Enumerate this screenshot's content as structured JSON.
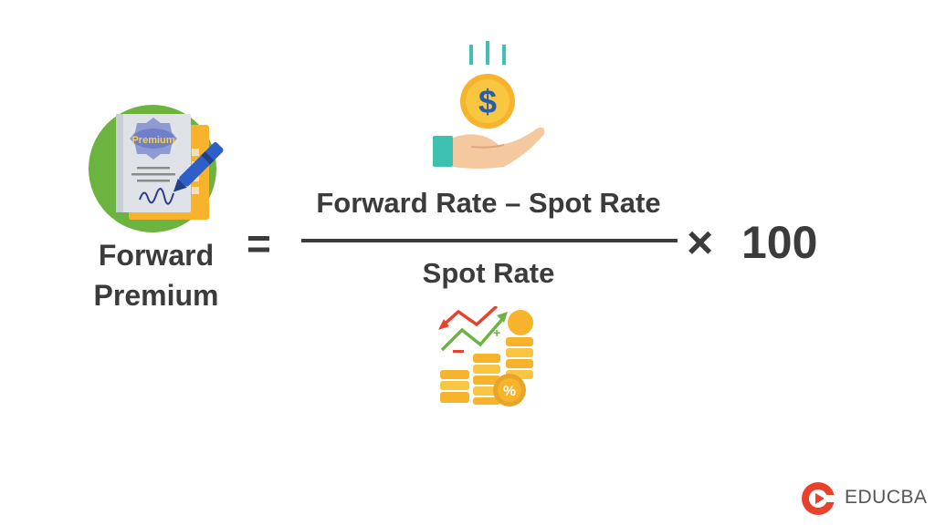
{
  "formula": {
    "lhs_line1": "Forward",
    "lhs_line2": "Premium",
    "equals": "=",
    "numerator": "Forward Rate – Spot Rate",
    "denominator": "Spot Rate",
    "multiply": "×",
    "multiplier": "100"
  },
  "icons": {
    "premium_badge_text": "Premium",
    "coin_symbol": "$",
    "percent_symbol": "%"
  },
  "brand": {
    "name": "EDUCBA"
  },
  "colors": {
    "text": "#3b3b3b",
    "green_circle": "#6cb33f",
    "gold": "#f7b32b",
    "teal": "#3ec1b0",
    "brand_red": "#e8412c"
  }
}
